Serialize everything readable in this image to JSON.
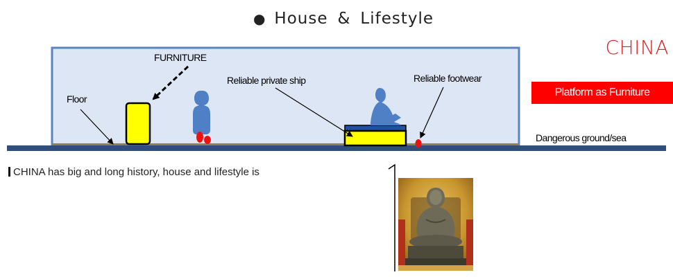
{
  "header": {
    "bullet": "●",
    "word1": "House",
    "amp": "&",
    "word2": "Lifestyle"
  },
  "country": "CHINA",
  "badge": "Platform as Furniture",
  "labels": {
    "furniture": "FURNITURE",
    "floor": "Floor",
    "ship": "Reliable private ship",
    "footwear": "Reliable footwear",
    "ground": "Dangerous ground/sea"
  },
  "body_text": "CHINA has big and long history, house and lifestyle is",
  "colors": {
    "accent_red": "#e02020",
    "badge_red": "#ff0000",
    "room_fill": "#dde6f4",
    "room_stroke": "#5b83c0",
    "ground": "#2e4f7a",
    "floor": "#8f8050",
    "furniture_yellow": "#ffff00",
    "person_blue": "#4f7fc4"
  }
}
